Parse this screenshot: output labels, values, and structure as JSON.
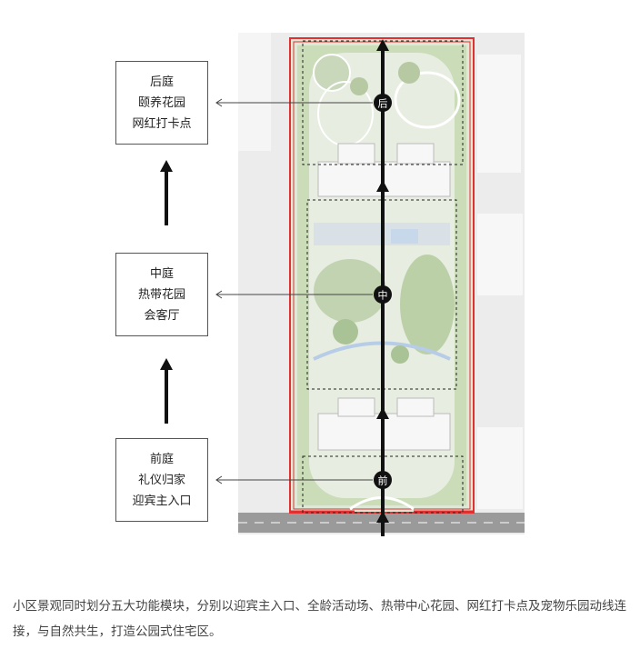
{
  "zones": [
    {
      "id": "rear",
      "lines": [
        "后庭",
        "颐养花园",
        "网红打卡点"
      ],
      "marker": "后"
    },
    {
      "id": "middle",
      "lines": [
        "中庭",
        "热带花园",
        "会客厅"
      ],
      "marker": "中"
    },
    {
      "id": "front",
      "lines": [
        "前庭",
        "礼仪归家",
        "迎宾主入口"
      ],
      "marker": "前"
    }
  ],
  "caption": "小区景观同时划分五大功能模块，分别以迎宾主入口、全龄活动场、热带中心花园、网红打卡点及宠物乐园动线连接，与自然共生，打造公园式住宅区。",
  "colors": {
    "boundary": "#e03030",
    "axis": "#111111",
    "green": "#9fbf8a",
    "road": "#9a9a9a"
  }
}
